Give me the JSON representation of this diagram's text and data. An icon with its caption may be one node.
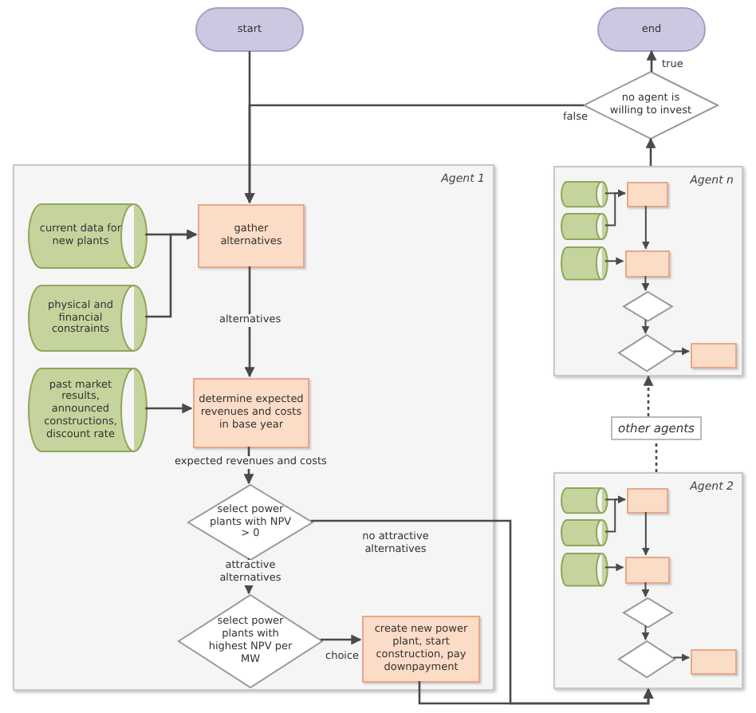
{
  "diagram": {
    "nodes": [
      {
        "text": [
          "start"
        ]
      },
      {
        "text": [
          "end"
        ]
      },
      {
        "text": [
          "no agent is willing to invest"
        ]
      },
      {
        "text": [
          "Agent 1"
        ]
      },
      {
        "text": [
          "current data for new plants"
        ],
        "in": 3
      },
      {
        "text": [
          "physical and financial constraints"
        ],
        "in": 3
      },
      {
        "text": [
          "past market results, announced constructions, discount rate"
        ],
        "in": 3
      },
      {
        "text": [
          "gather alternatives"
        ],
        "in": 3
      },
      {
        "text": [
          "determine expected revenues and costs in base year"
        ],
        "in": 3
      },
      {
        "text": [
          "select power plants with NPV > 0"
        ],
        "in": 3
      },
      {
        "text": [
          "select power plants with highest NPV per MW"
        ],
        "in": 3
      },
      {
        "text": [
          "create new power plant, start construction, pay downpayment"
        ],
        "in": 3
      },
      {
        "text": [
          "Agent n"
        ]
      },
      {
        "text": [],
        "shape": "cylinder",
        "in": 12
      },
      {
        "text": [],
        "shape": "cylinder",
        "in": 12
      },
      {
        "text": [],
        "shape": "cylinder",
        "in": 12
      },
      {
        "text": [],
        "shape": "box",
        "in": 12
      },
      {
        "text": [],
        "shape": "box",
        "in": 12
      },
      {
        "text": [],
        "shape": "diamond",
        "in": 12
      },
      {
        "text": [],
        "shape": "diamond",
        "in": 12
      },
      {
        "text": [],
        "shape": "box",
        "in": 12
      },
      {
        "text": [
          "other agents"
        ]
      },
      {
        "text": [
          "Agent 2"
        ]
      },
      {
        "text": [],
        "shape": "cylinder",
        "in": 22
      },
      {
        "text": [],
        "shape": "cylinder",
        "in": 22
      },
      {
        "text": [],
        "shape": "cylinder",
        "in": 22
      },
      {
        "text": [],
        "shape": "box",
        "in": 22
      },
      {
        "text": [],
        "shape": "box",
        "in": 22
      },
      {
        "text": [],
        "shape": "diamond",
        "in": 22
      },
      {
        "text": [],
        "shape": "diamond",
        "in": 22
      },
      {
        "text": [],
        "shape": "box",
        "in": 22
      }
    ],
    "edges": [
      {
        "from": 0,
        "to": 7,
        "arrow": "to"
      },
      {
        "from": 2,
        "to": 7,
        "arrow": "to",
        "label": "false"
      },
      {
        "from": 2,
        "to": 1,
        "arrow": "to",
        "label": "true"
      },
      {
        "from": 12,
        "to": 2,
        "arrow": "to"
      },
      {
        "from": 4,
        "to": 7,
        "arrow": "to"
      },
      {
        "from": 5,
        "to": 7,
        "arrow": "to"
      },
      {
        "from": 6,
        "to": 8,
        "arrow": "to"
      },
      {
        "from": 7,
        "to": 8,
        "arrow": "to",
        "label": "alternatives"
      },
      {
        "from": 8,
        "to": 9,
        "arrow": "to",
        "label": "expected revenues and costs"
      },
      {
        "from": 9,
        "to": 10,
        "arrow": "to",
        "label": "attractive alternatives"
      },
      {
        "from": 10,
        "to": 11,
        "arrow": "to",
        "label": "choice"
      },
      {
        "from": 9,
        "to": 22,
        "arrow": "to",
        "label": "no attractive alternatives"
      },
      {
        "from": 11,
        "to": 22,
        "arrow": "to"
      },
      {
        "from": 22,
        "to": 21,
        "arrow": "none",
        "style": "dashed"
      },
      {
        "from": 21,
        "to": 12,
        "arrow": "to",
        "style": "dashed"
      },
      {
        "from": 13,
        "to": 16,
        "arrow": "to"
      },
      {
        "from": 14,
        "to": 16,
        "arrow": "to"
      },
      {
        "from": 15,
        "to": 17,
        "arrow": "to"
      },
      {
        "from": 16,
        "to": 17,
        "arrow": "to"
      },
      {
        "from": 17,
        "to": 18,
        "arrow": "to"
      },
      {
        "from": 18,
        "to": 19,
        "arrow": "to"
      },
      {
        "from": 19,
        "to": 20,
        "arrow": "to"
      },
      {
        "from": 23,
        "to": 26,
        "arrow": "to"
      },
      {
        "from": 24,
        "to": 26,
        "arrow": "to"
      },
      {
        "from": 25,
        "to": 27,
        "arrow": "to"
      },
      {
        "from": 26,
        "to": 27,
        "arrow": "to"
      },
      {
        "from": 27,
        "to": 28,
        "arrow": "to"
      },
      {
        "from": 28,
        "to": 29,
        "arrow": "to"
      },
      {
        "from": 29,
        "to": 30,
        "arrow": "to"
      }
    ]
  }
}
